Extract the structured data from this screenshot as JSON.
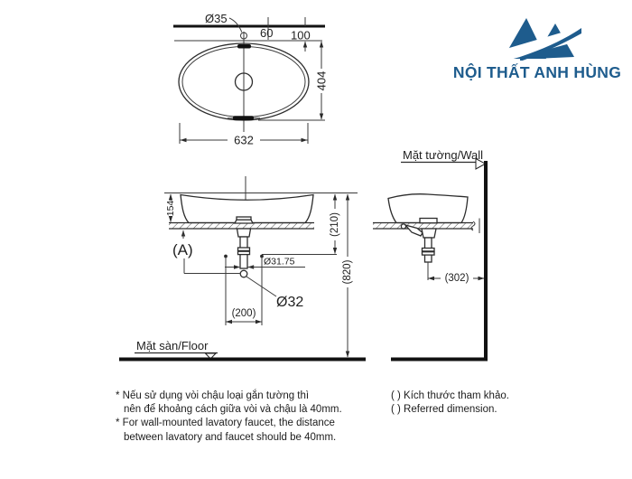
{
  "brand": {
    "name": "NỘI THẤT ANH HÙNG",
    "color": "#1e5c8d"
  },
  "views": {
    "top": {
      "hole_dia": "Ø35",
      "hole_to_wall": "60",
      "rim_to_wall": "100",
      "depth": "404",
      "width": "632"
    },
    "front": {
      "basin_height": "154",
      "marker": "(A)",
      "pipe_dia": "Ø31.75",
      "outlet_dia": "Ø32",
      "outlet_box": "(200)",
      "rim_to_outlet": "(210)",
      "rim_to_floor": "(820)",
      "floor_label": "Mặt sàn/Floor"
    },
    "side": {
      "wall_label": "Mặt tường/Wall",
      "drain_to_wall": "(302)"
    }
  },
  "notes": {
    "left": [
      "* Nếu sử dụng vòi chậu loại gắn tường thì",
      "nên để khoảng cách giữa vòi và chậu là 40mm.",
      "* For wall-mounted lavatory faucet, the distance",
      "between lavatory and faucet should be 40mm."
    ],
    "right": [
      "( ) Kích thước tham khảo.",
      "( ) Referred dimension."
    ]
  }
}
